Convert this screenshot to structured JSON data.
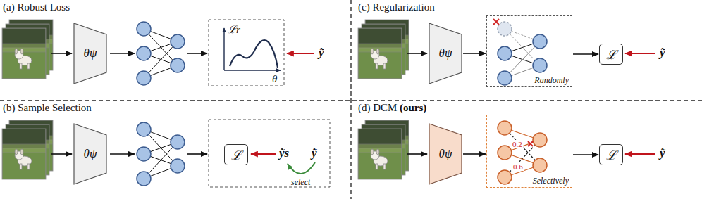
{
  "diagram": {
    "nodes": [
      {
        "text": [
          "θψ"
        ]
      },
      {
        "text": [
          "θψ"
        ]
      },
      {
        "text": [
          "ℒ"
        ]
      },
      {
        "text": [
          "θψ"
        ]
      },
      {
        "text": [
          "Randomly"
        ]
      },
      {
        "text": [
          "ℒ"
        ]
      },
      {
        "text": [
          "θψ"
        ]
      },
      {
        "text": [
          "Selectively"
        ]
      },
      {
        "text": [
          "ℒ"
        ]
      }
    ],
    "edges": [
      {
        "from": 3,
        "to": 4,
        "arrow": "to"
      },
      {
        "from": 4,
        "to": 5,
        "arrow": "to"
      },
      {
        "from": 6,
        "to": 7,
        "arrow": "to"
      },
      {
        "from": 7,
        "to": 8,
        "arrow": "to"
      }
    ],
    "labels": [
      "(a) Robust Loss",
      "ℒr",
      "θ",
      "ỹ",
      "(b) Sample Selection",
      "ỹs",
      "ỹ",
      "select",
      "(c) Regularization",
      "ỹ",
      "(d) DCM",
      "(ours)",
      "0.2",
      "0.6",
      "ỹ"
    ]
  }
}
